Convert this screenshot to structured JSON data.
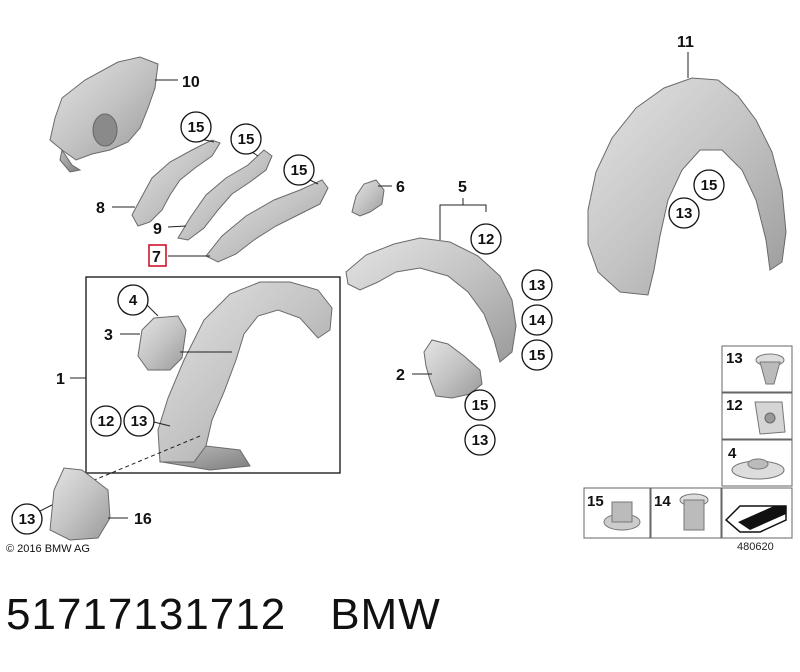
{
  "diagram": {
    "copyright": "© 2016 BMW AG",
    "image_id": "480620",
    "part_number": "51717131712",
    "brand": "BMW",
    "highlighted_label": "7",
    "labels": [
      "1",
      "2",
      "3",
      "4",
      "5",
      "6",
      "7",
      "8",
      "9",
      "10",
      "11",
      "12",
      "13",
      "14",
      "15",
      "16"
    ]
  }
}
